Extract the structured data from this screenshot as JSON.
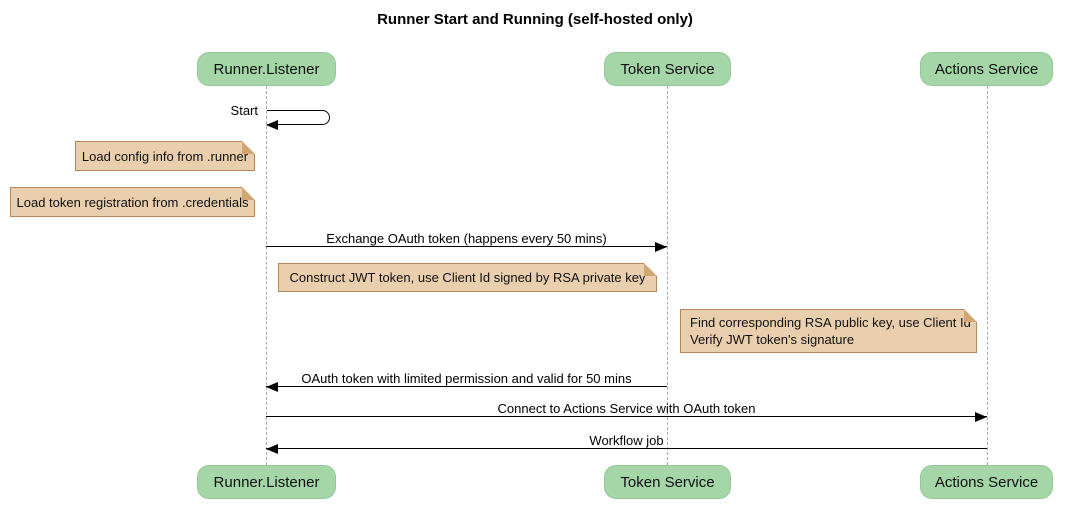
{
  "title": "Runner Start and Running (self-hosted only)",
  "diagram_type": "sequence",
  "colors": {
    "participant_fill": "#a5d6a7",
    "participant_border": "#94c798",
    "note_fill": "#e9cfad",
    "note_border": "#b5885c",
    "lifeline": "#a9a9a9",
    "arrow": "#000000",
    "background": "#ffffff"
  },
  "participants": [
    {
      "name": "Runner.Listener"
    },
    {
      "name": "Token Service"
    },
    {
      "name": "Actions Service"
    }
  ],
  "messages": [
    {
      "label": "Start",
      "from": "Runner.Listener",
      "to": "Runner.Listener",
      "type": "self"
    },
    {
      "label": "Exchange OAuth token (happens every 50 mins)",
      "from": "Runner.Listener",
      "to": "Token Service",
      "type": "solid-arrow"
    },
    {
      "label": "OAuth token with limited permission and valid for 50 mins",
      "from": "Token Service",
      "to": "Runner.Listener",
      "type": "solid-arrow"
    },
    {
      "label": "Connect to Actions Service with OAuth token",
      "from": "Runner.Listener",
      "to": "Actions Service",
      "type": "solid-arrow"
    },
    {
      "label": "Workflow job",
      "from": "Actions Service",
      "to": "Runner.Listener",
      "type": "solid-arrow"
    }
  ],
  "notes": [
    {
      "text": "Load config info from .runner",
      "anchor": "Runner.Listener"
    },
    {
      "text": "Load token registration from .credentials",
      "anchor": "Runner.Listener"
    },
    {
      "text": "Construct JWT token, use Client Id signed by RSA private key",
      "anchor": "Token Service"
    },
    {
      "line1": "Find corresponding RSA public key, use Client Id",
      "line2": "Verify JWT token's signature",
      "anchor": "Actions Service"
    }
  ]
}
